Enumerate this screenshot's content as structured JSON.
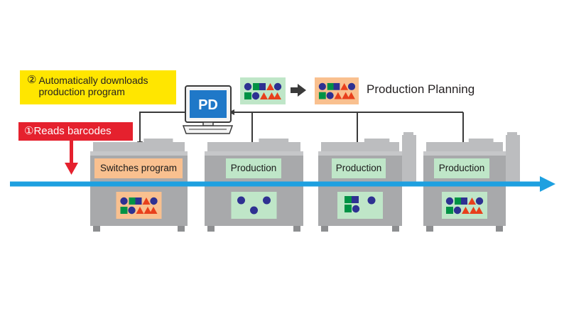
{
  "callouts": {
    "download": {
      "number": "②",
      "line1": "Automatically downloads",
      "line2": "production program",
      "color": "#ffe600"
    },
    "barcode": {
      "label": "①Reads barcodes",
      "color": "#e5212e"
    }
  },
  "computer": {
    "label": "PD",
    "screen_color": "#1f78c8"
  },
  "planning": {
    "label": "Production Planning"
  },
  "machines": [
    {
      "label": "Switches program",
      "label_color": "#f9c08f",
      "shapes": "full"
    },
    {
      "label": "Production",
      "label_color": "#bfe6c8",
      "shapes": "circles"
    },
    {
      "label": "Production",
      "label_color": "#bfe6c8",
      "shapes": "mixed"
    },
    {
      "label": "Production",
      "label_color": "#bfe6c8",
      "shapes": "full"
    }
  ],
  "colors": {
    "conveyor": "#1ea0e0",
    "machine_body": "#a8a9ab",
    "machine_top": "#bcbdbf",
    "shape_blue": "#2e3192",
    "shape_green": "#009245",
    "shape_red": "#e8401c",
    "panel_green": "#bfe6c8",
    "panel_orange": "#f9c08f"
  }
}
